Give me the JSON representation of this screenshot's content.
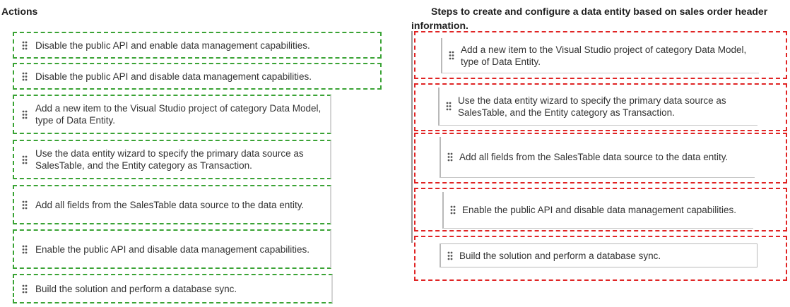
{
  "actions": {
    "heading": "Actions",
    "items": [
      {
        "label": "Disable the public API and enable data management capabilities."
      },
      {
        "label": "Disable the public API and disable data management capabilities."
      },
      {
        "label": "Add a new item to the Visual Studio project of category Data Model, type of Data Entity."
      },
      {
        "label": "Use the data entity wizard to specify the primary data source as SalesTable, and the Entity category as Transaction."
      },
      {
        "label": "Add all fields from the SalesTable data source to the data entity."
      },
      {
        "label": "Enable the public API and disable data management capabilities."
      },
      {
        "label": "Build the solution and perform a database sync."
      }
    ]
  },
  "steps": {
    "heading": "Steps to create and configure a data entity based on sales order header information.",
    "items": [
      {
        "label": "Add a new item to the Visual Studio project of category Data Model, type of Data Entity."
      },
      {
        "label": "Use the data entity wizard to specify the primary data source as SalesTable, and the Entity category as Transaction."
      },
      {
        "label": "Add all fields from the SalesTable data source to the data entity."
      },
      {
        "label": "Enable the public API and disable data management capabilities."
      },
      {
        "label": "Build the solution and perform a database sync."
      }
    ]
  },
  "colors": {
    "action_border": "#3aa335",
    "slot_border": "#e02424"
  },
  "icons": {
    "drag": "drag-handle-icon"
  }
}
